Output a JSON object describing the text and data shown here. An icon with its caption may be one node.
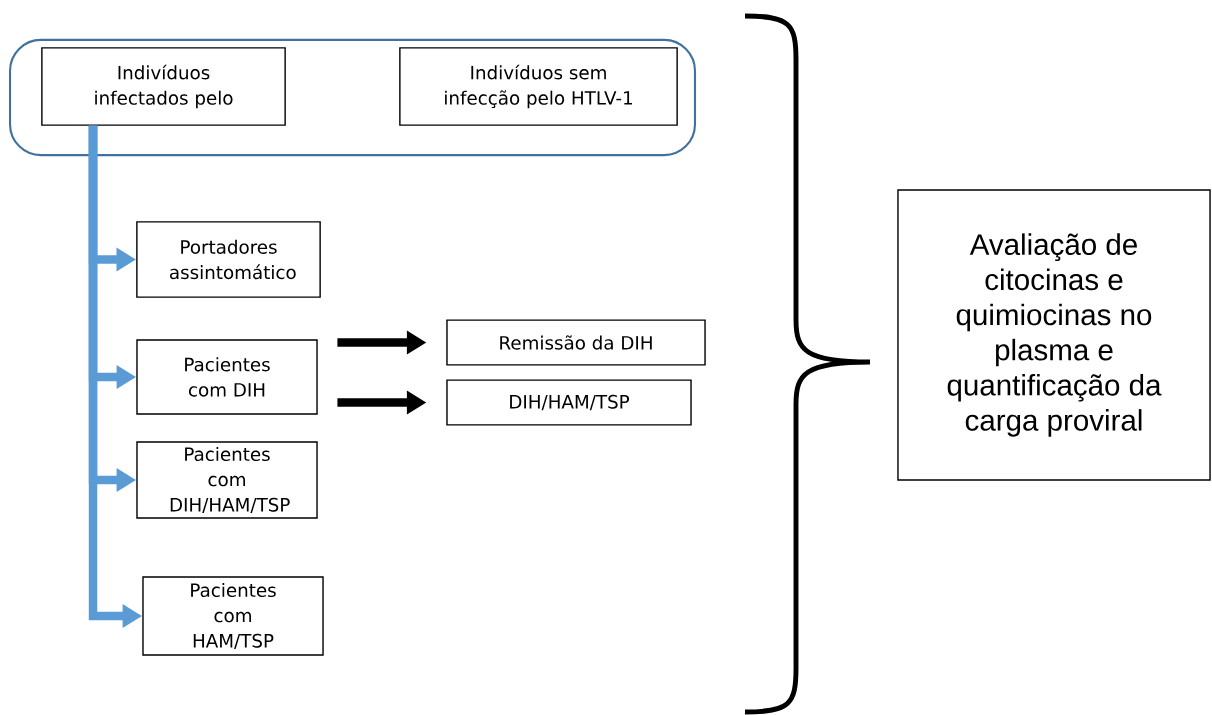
{
  "diagram": {
    "nodes": [
      {
        "text": [],
        "shape": "box"
      },
      {
        "text": [
          "Indivíduos infectados pelo"
        ],
        "in": 0
      },
      {
        "text": [
          "Indivíduos sem infecção pelo HTLV-1"
        ],
        "in": 0
      },
      {
        "text": [
          "Portadores assintomático"
        ]
      },
      {
        "text": [
          "Pacientes com DIH"
        ]
      },
      {
        "text": [
          "Pacientes com DIH/HAM/TSP"
        ]
      },
      {
        "text": [
          "Pacientes com HAM/TSP"
        ]
      },
      {
        "text": [
          "Remissão da DIH"
        ]
      },
      {
        "text": [
          "DIH/HAM/TSP"
        ]
      },
      {
        "text": [
          "Avaliação de citocinas e quimiocinas no plasma e quantificação da carga proviral"
        ]
      }
    ],
    "edges": [
      {
        "from": 1,
        "to": 3,
        "arrow": "to"
      },
      {
        "from": 1,
        "to": 4,
        "arrow": "to"
      },
      {
        "from": 1,
        "to": 5,
        "arrow": "to"
      },
      {
        "from": 1,
        "to": 6,
        "arrow": "to"
      },
      {
        "from": 4,
        "to": 7,
        "arrow": "to",
        "color": "#000000"
      },
      {
        "from": 4,
        "to": 8,
        "arrow": "to",
        "color": "#000000"
      }
    ]
  }
}
